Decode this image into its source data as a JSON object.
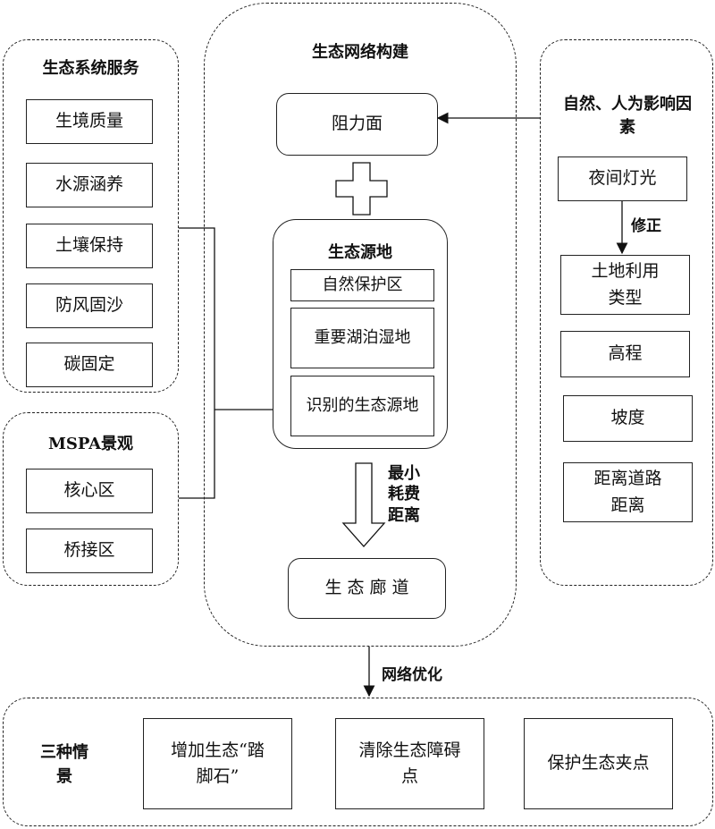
{
  "ecosystem_services": {
    "title": "生态系统服务",
    "items": [
      "生境质量",
      "水源涵养",
      "土壤保持",
      "防风固沙",
      "碳固定"
    ]
  },
  "mspa": {
    "title": "MSPA景观",
    "items": [
      "核心区",
      "桥接区"
    ]
  },
  "network": {
    "title": "生态网络构建",
    "resistance": "阻力面",
    "sources_title": "生态源地",
    "sources": [
      "自然保护区",
      "重要湖泊湿地",
      "识别的生态源地"
    ],
    "mcr_label": "最小耗费距离",
    "corridor": "生 态 廊 道"
  },
  "factors": {
    "title": "自然、人为影响因素",
    "night_light": "夜间灯光",
    "correction_label": "修正",
    "items": [
      "土地利用类型",
      "高程",
      "坡度",
      "距离道路距离"
    ]
  },
  "optimization_label": "网络优化",
  "scenarios": {
    "title": "三种情景",
    "items": [
      "增加生态“踏脚石”",
      "清除生态障碍点",
      "保护生态夹点"
    ]
  }
}
